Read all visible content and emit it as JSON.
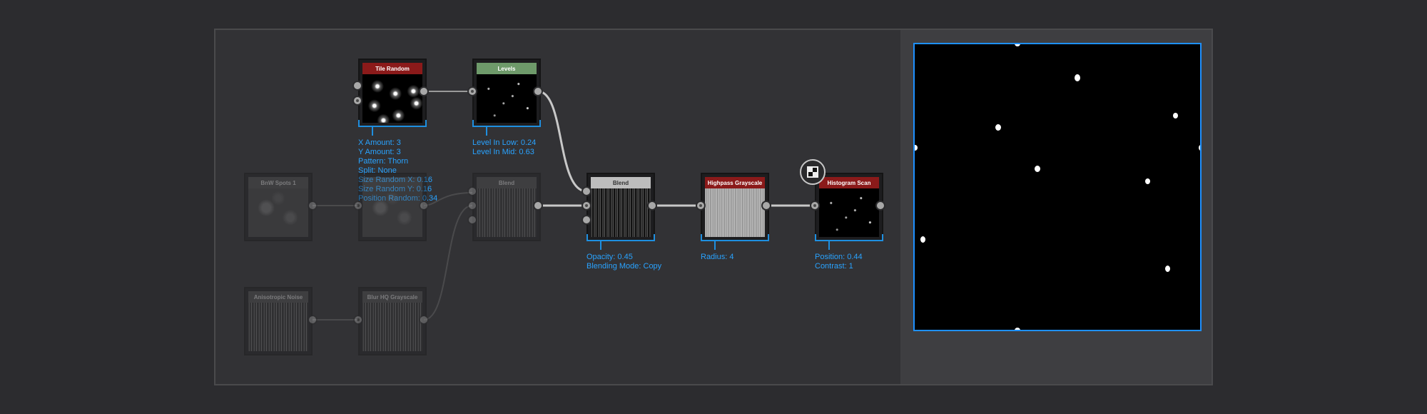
{
  "colors": {
    "accent": "#1e8fe0",
    "param_text": "#29a3ff",
    "header_red": "#8b1a1a",
    "header_green": "#6e9a6a",
    "header_grey": "#bdbdbd"
  },
  "nodes": {
    "tile_random": {
      "title": "Tile Random",
      "header_color": "#8b1a1a"
    },
    "levels": {
      "title": "Levels",
      "header_color": "#6e9a6a"
    },
    "blend": {
      "title": "Blend",
      "header_color": "#bdbdbd"
    },
    "highpass": {
      "title": "Highpass Grayscale",
      "header_color": "#8b1a1a"
    },
    "histogram_scan": {
      "title": "Histogram Scan",
      "header_color": "#8b1a1a"
    },
    "bnw_spots": {
      "title": "BnW Spots 1",
      "header_color": "#555555"
    },
    "faded_mid": {
      "title": "",
      "header_color": "#555555"
    },
    "faded_blend": {
      "title": "Blend",
      "header_color": "#555555"
    },
    "anisotropic_noise": {
      "title": "Anisotropic Noise",
      "header_color": "#555555"
    },
    "blur_hq": {
      "title": "Blur HQ Grayscale",
      "header_color": "#555555"
    }
  },
  "params": {
    "tile_random": [
      "X Amount: 3",
      "Y Amount: 3",
      "Pattern: Thorn",
      "Split: None",
      "Size Random X: 0.16",
      "Size Random Y: 0.16",
      "Position Random: 0.34"
    ],
    "levels": [
      "Level In Low: 0.24",
      "Level In Mid: 0.63"
    ],
    "blend": [
      "Opacity: 0.45",
      "Blending Mode: Copy"
    ],
    "highpass": [
      "Radius: 4"
    ],
    "histogram_scan": [
      "Position: 0.44",
      "Contrast: 1"
    ]
  },
  "icons": {
    "cursor": "checker-icon"
  }
}
